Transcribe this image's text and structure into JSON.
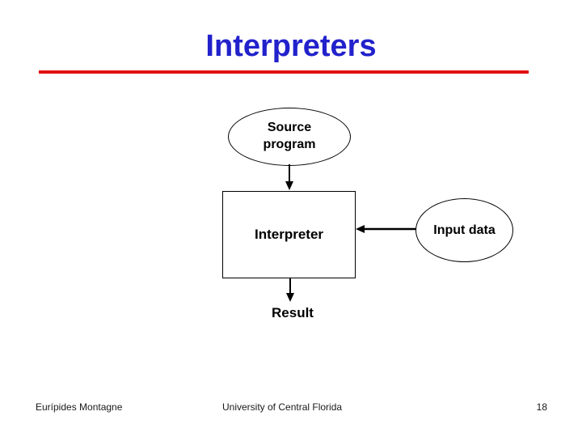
{
  "slide": {
    "title": "Interpreters",
    "title_color": "#2222CC",
    "rule_color": "#E21010"
  },
  "diagram": {
    "source_label": "Source program",
    "interpreter_label": "Interpreter",
    "input_label": "Input data",
    "result_label": "Result"
  },
  "footer": {
    "author": "Eurípides Montagne",
    "institution": "University of Central Florida",
    "page_number": "18"
  }
}
